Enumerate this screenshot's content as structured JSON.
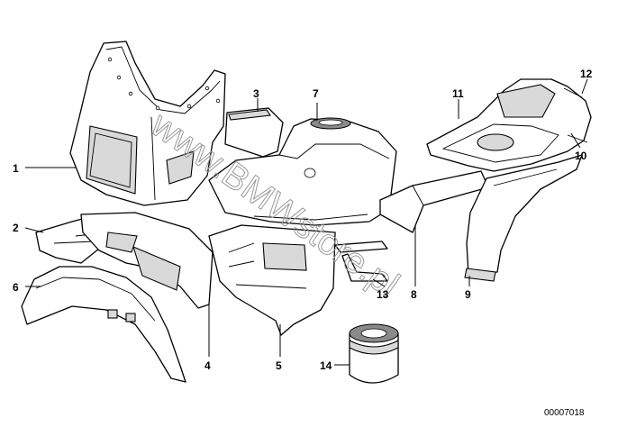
{
  "diagram": {
    "watermark": "www.BMWstore.pl",
    "reference_code": "00007018",
    "callouts": {
      "c1": "1",
      "c2": "2",
      "c3": "3",
      "c4": "4",
      "c5": "5",
      "c6": "6",
      "c7": "7",
      "c8": "8",
      "c9": "9",
      "c10": "10",
      "c11": "11",
      "c12": "12",
      "c13": "13",
      "c14": "14"
    },
    "colors": {
      "line": "#000000",
      "fill": "#ffffff",
      "watermark": "#9a9a9a"
    }
  }
}
